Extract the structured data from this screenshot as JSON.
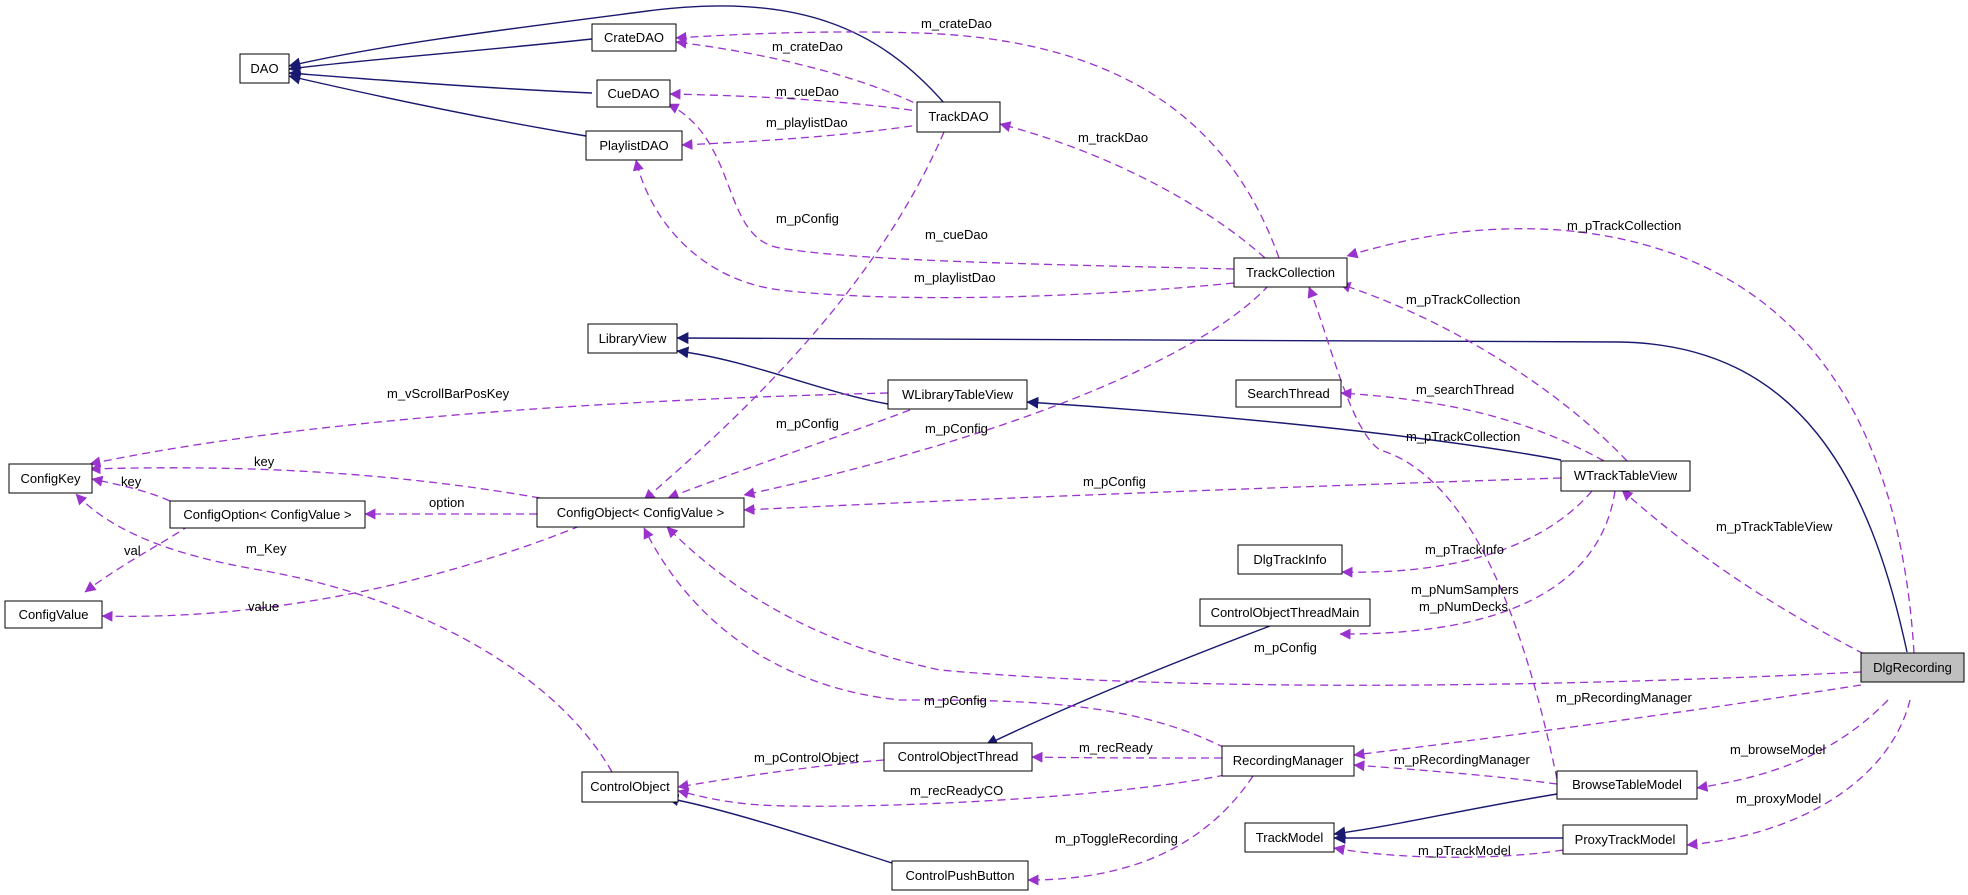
{
  "colors": {
    "inheritance": "#191970",
    "usage": "#9a32cd",
    "highlight_fill": "#bfbfbf"
  },
  "nodes": {
    "dao": "DAO",
    "cratedao": "CrateDAO",
    "cuedao": "CueDAO",
    "playlistdao": "PlaylistDAO",
    "trackdao": "TrackDAO",
    "trackcollection": "TrackCollection",
    "libraryview": "LibraryView",
    "wlibrarytableview": "WLibraryTableView",
    "searchthread": "SearchThread",
    "configkey": "ConfigKey",
    "configoption": "ConfigOption< ConfigValue >",
    "configobject": "ConfigObject< ConfigValue >",
    "wtracktableview": "WTrackTableView",
    "configvalue": "ConfigValue",
    "dlgtrackinfo": "DlgTrackInfo",
    "controlobjectthreadmain": "ControlObjectThreadMain",
    "dlgrecording": "DlgRecording",
    "controlobjectthread": "ControlObjectThread",
    "recordingmanager": "RecordingManager",
    "controlobject": "ControlObject",
    "browsetablemodel": "BrowseTableModel",
    "trackmodel": "TrackModel",
    "proxytrackmodel": "ProxyTrackModel",
    "controlpushbutton": "ControlPushButton"
  },
  "edge_labels": {
    "m_crateDao_tc": "m_crateDao",
    "m_crateDao_td": "m_crateDao",
    "m_cueDao_td": "m_cueDao",
    "m_playlistDao_td": "m_playlistDao",
    "m_trackDao": "m_trackDao",
    "m_pConfig_td": "m_pConfig",
    "m_cueDao_tc": "m_cueDao",
    "m_playlistDao_tc": "m_playlistDao",
    "m_pTrackCollection_dr": "m_pTrackCollection",
    "m_pTrackCollection_wt": "m_pTrackCollection",
    "m_vScrollBarPosKey": "m_vScrollBarPosKey",
    "m_pConfig_wl": "m_pConfig",
    "m_pConfig_tc": "m_pConfig",
    "m_searchThread": "m_searchThread",
    "m_pTrackCollection_bt": "m_pTrackCollection",
    "key_co": "key",
    "key_opt": "key",
    "option": "option",
    "m_pConfig_wt": "m_pConfig",
    "m_pTrackTableView": "m_pTrackTableView",
    "val": "val",
    "m_Key": "m_Key",
    "m_pTrackInfo": "m_pTrackInfo",
    "value": "value",
    "m_pNumSamplers": "m_pNumSamplers",
    "m_pNumDecks": "m_pNumDecks",
    "m_pConfig_dr": "m_pConfig",
    "m_pConfig_rm": "m_pConfig",
    "m_pRecordingManager_dr": "m_pRecordingManager",
    "m_pControlObject": "m_pControlObject",
    "m_recReady": "m_recReady",
    "m_pRecordingManager_bt": "m_pRecordingManager",
    "m_browseModel": "m_browseModel",
    "m_recReadyCO": "m_recReadyCO",
    "m_proxyModel": "m_proxyModel",
    "m_pToggleRecording": "m_pToggleRecording",
    "m_pTrackModel": "m_pTrackModel"
  }
}
